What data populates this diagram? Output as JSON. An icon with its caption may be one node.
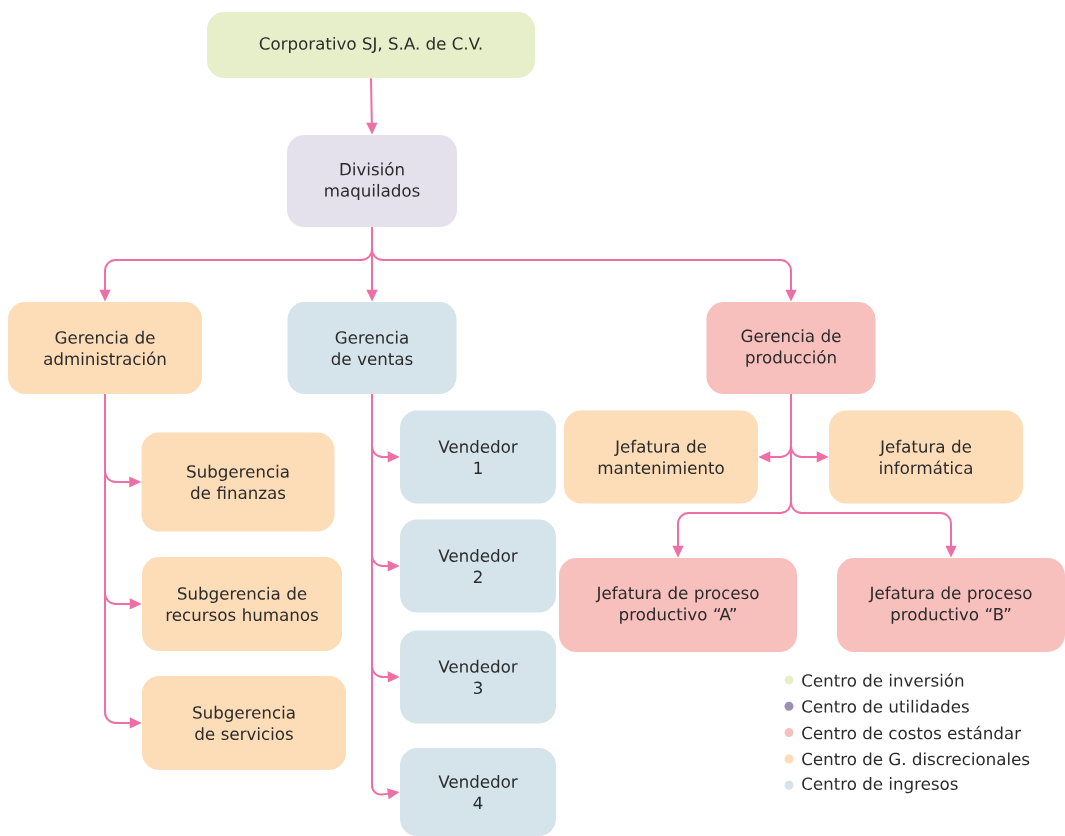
{
  "diagram": {
    "nodes": [
      {
        "text": [
          "Corporativo SJ, S.A. de C.V."
        ]
      },
      {
        "text": [
          "División maquilados"
        ]
      },
      {
        "text": [
          "Gerencia de administración"
        ]
      },
      {
        "text": [
          "Gerencia de ventas"
        ]
      },
      {
        "text": [
          "Gerencia de producción"
        ]
      },
      {
        "text": [
          "Subgerencia de finanzas"
        ]
      },
      {
        "text": [
          "Subgerencia de recursos humanos"
        ]
      },
      {
        "text": [
          "Subgerencia de servicios"
        ]
      },
      {
        "text": [
          "Vendedor 1"
        ]
      },
      {
        "text": [
          "Vendedor 2"
        ]
      },
      {
        "text": [
          "Vendedor 3"
        ]
      },
      {
        "text": [
          "Vendedor 4"
        ]
      },
      {
        "text": [
          "Jefatura de mantenimiento"
        ]
      },
      {
        "text": [
          "Jefatura de informática"
        ]
      },
      {
        "text": [
          "Jefatura de proceso productivo “A”"
        ]
      },
      {
        "text": [
          "Jefatura de proceso productivo “B”"
        ]
      }
    ],
    "edges": [
      {
        "from": 0,
        "to": 1,
        "arrow": "to"
      },
      {
        "from": 1,
        "to": 2,
        "arrow": "to"
      },
      {
        "from": 1,
        "to": 3,
        "arrow": "to"
      },
      {
        "from": 1,
        "to": 4,
        "arrow": "to"
      },
      {
        "from": 2,
        "to": 5,
        "arrow": "to"
      },
      {
        "from": 2,
        "to": 6,
        "arrow": "to"
      },
      {
        "from": 2,
        "to": 7,
        "arrow": "to"
      },
      {
        "from": 3,
        "to": 8,
        "arrow": "to"
      },
      {
        "from": 3,
        "to": 9,
        "arrow": "to"
      },
      {
        "from": 3,
        "to": 10,
        "arrow": "to"
      },
      {
        "from": 3,
        "to": 11,
        "arrow": "to"
      },
      {
        "from": 4,
        "to": 12,
        "arrow": "to"
      },
      {
        "from": 4,
        "to": 13,
        "arrow": "to"
      },
      {
        "from": 4,
        "to": 14,
        "arrow": "to"
      },
      {
        "from": 4,
        "to": 15,
        "arrow": "to"
      }
    ],
    "legend": [
      {
        "text": "Centro de inversión",
        "color": "#e6efc9"
      },
      {
        "text": "Centro de utilidades",
        "color": "#9b8fb5"
      },
      {
        "text": "Centro de costos estándar",
        "color": "#f8c0bd"
      },
      {
        "text": "Centro de G. discrecionales",
        "color": "#fddcb8"
      },
      {
        "text": "Centro de ingresos",
        "color": "#d4e4ea"
      }
    ]
  }
}
